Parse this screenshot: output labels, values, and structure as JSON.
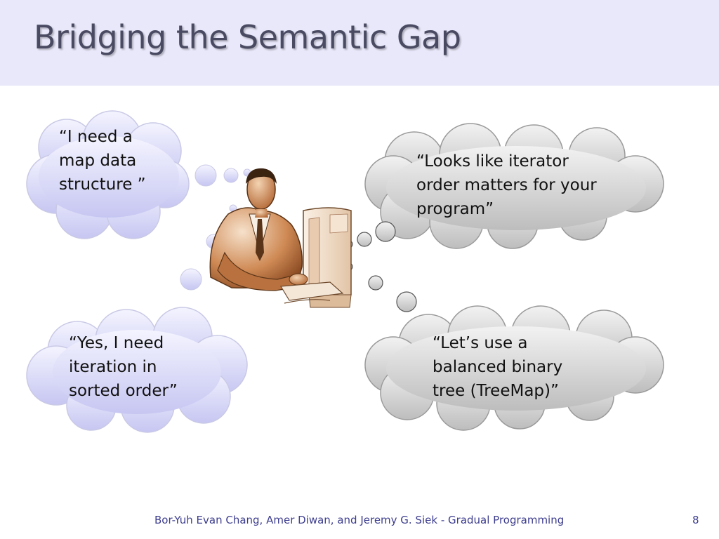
{
  "slide": {
    "title": "Bridging the Semantic Gap",
    "footer": "Bor-Yuh Evan Chang, Amer Diwan, and Jeremy G. Siek - Gradual Programming",
    "page_number": "8"
  },
  "bubbles": {
    "user_need": "“I need a map data structure ”",
    "tool_suggestion": "“Looks like iterator order matters for your program”",
    "user_confirm": "“Yes, I need iteration in sorted order”",
    "tool_recommend": "“Let’s use a balanced binary tree (TreeMap)”"
  },
  "colors": {
    "title_band": "#e8e8fa",
    "title_text": "#4a4a62",
    "user_bubble_light": "#f4f4ff",
    "user_bubble_dark": "#c6c6f2",
    "tool_bubble_light": "#f2f2f2",
    "tool_bubble_dark": "#bdbdbd",
    "footer_text": "#3d3d8f"
  },
  "icons": [
    "person-at-computer-icon"
  ]
}
